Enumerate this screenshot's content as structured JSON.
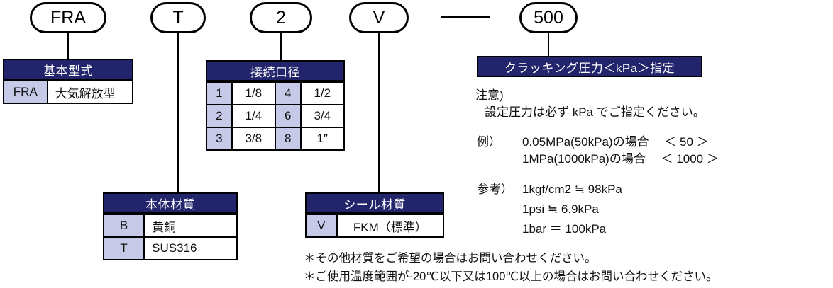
{
  "model_code": {
    "segments": [
      {
        "code": "FRA"
      },
      {
        "code": "T"
      },
      {
        "code": "2"
      },
      {
        "code": "V"
      },
      {
        "code": "500"
      }
    ],
    "separator": "—"
  },
  "basic_model": {
    "header": "基本型式",
    "rows": [
      {
        "code": "FRA",
        "desc": "大気解放型"
      }
    ]
  },
  "port_size": {
    "header": "接続口径",
    "rows": [
      {
        "code1": "1",
        "size1": "1/8",
        "code2": "4",
        "size2": "1/2"
      },
      {
        "code1": "2",
        "size1": "1/4",
        "code2": "6",
        "size2": "3/4"
      },
      {
        "code1": "3",
        "size1": "3/8",
        "code2": "8",
        "size2": "1″"
      }
    ]
  },
  "body_material": {
    "header": "本体材質",
    "rows": [
      {
        "code": "B",
        "desc": "黄銅"
      },
      {
        "code": "T",
        "desc": "SUS316"
      }
    ]
  },
  "seal_material": {
    "header": "シール材質",
    "rows": [
      {
        "code": "V",
        "desc": "FKM（標準）"
      }
    ]
  },
  "cracking_pressure": {
    "header": "クラッキング圧力＜kPa＞指定",
    "caution_title": "注意)",
    "caution_text": "設定圧力は必ず kPa でご指定ください。",
    "example_label": "例）",
    "example_line1": "0.05MPa(50kPa)の場合　 ＜ 50 ＞",
    "example_line2": "1MPa(1000kPa)の場合　 ＜ 1000 ＞",
    "reference_label": "参考）",
    "reference_line1": "1kgf/cm2 ≒ 98kPa",
    "reference_line2": "1psi ≒ 6.9kPa",
    "reference_line3": "1bar ＝ 100kPa"
  },
  "footnotes": {
    "line1": "＊その他材質をご希望の場合はお問い合わせください。",
    "line2": "＊ご使用温度範囲が-20℃以下又は100℃以上の場合はお問い合わせください。"
  },
  "colors": {
    "header_navy": "#22256b",
    "code_cell": "#c6cae8",
    "line": "#000000"
  }
}
